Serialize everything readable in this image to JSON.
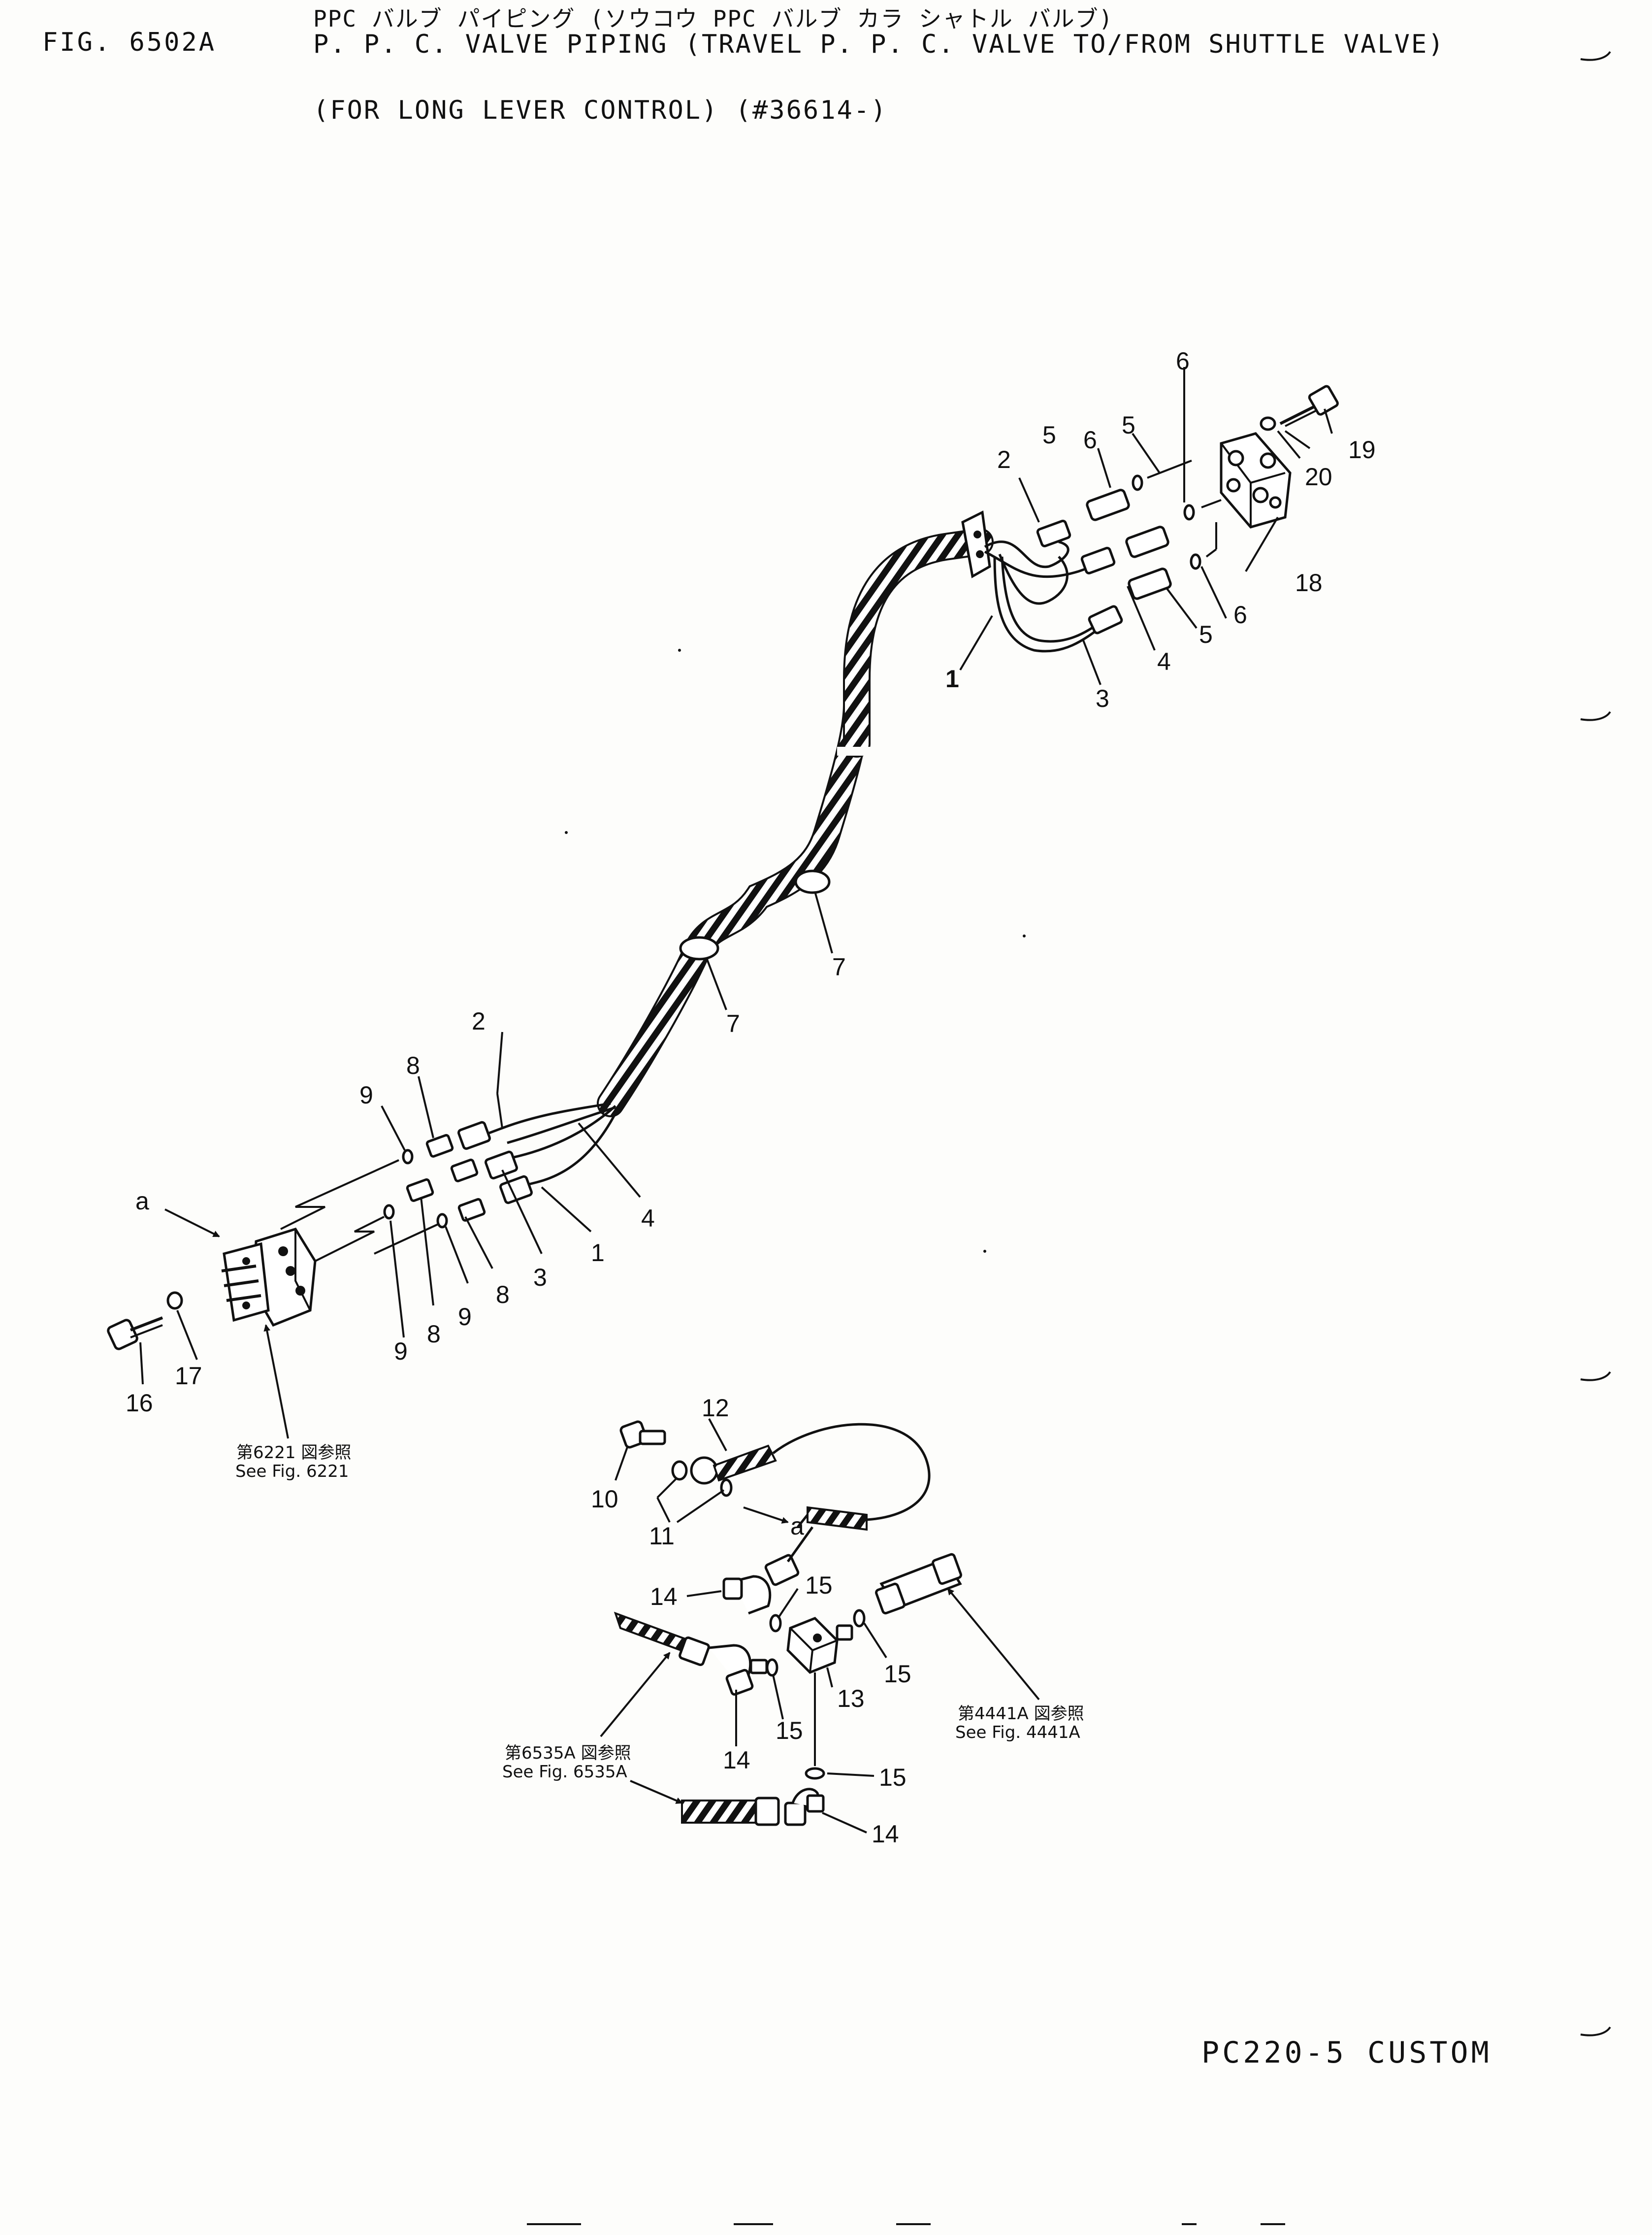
{
  "header": {
    "fig_number": "FIG. 6502A",
    "title_jp": "PPC バルブ パイピング (ソウコウ PPC バルブ カラ シャトル バルブ)",
    "title_en": "P. P. C. VALVE PIPING (TRAVEL P. P. C. VALVE TO/FROM SHUTTLE VALVE)",
    "subtitle": "(FOR LONG LEVER CONTROL) (#36614-)"
  },
  "callouts": {
    "c1a": "1",
    "c1b": "1",
    "c2a": "2",
    "c2b": "2",
    "c3a": "3",
    "c3b": "3",
    "c4a": "4",
    "c4b": "4",
    "c5a": "5",
    "c5b": "5",
    "c5c": "5",
    "c6a": "6",
    "c6b": "6",
    "c6c": "6",
    "c7a": "7",
    "c7b": "7",
    "c8a": "8",
    "c8b": "8",
    "c8c": "8",
    "c9a": "9",
    "c9b": "9",
    "c9c": "9",
    "c10": "10",
    "c11": "11",
    "c12": "12",
    "c13": "13",
    "c14a": "14",
    "c14b": "14",
    "c14c": "14",
    "c15a": "15",
    "c15b": "15",
    "c15c": "15",
    "c15d": "15",
    "c16": "16",
    "c17": "17",
    "c18": "18",
    "c19": "19",
    "c20": "20",
    "ca1": "a",
    "ca2": "a"
  },
  "references": {
    "r6221_jp": "第6221 図参照",
    "r6221_en": "See Fig. 6221",
    "r4441_jp": "第4441A 図参照",
    "r4441_en": "See Fig. 4441A",
    "r6535_jp": "第6535A 図参照",
    "r6535_en": "See Fig. 6535A"
  },
  "footer": {
    "model": "PC220-5 CUSTOM"
  }
}
